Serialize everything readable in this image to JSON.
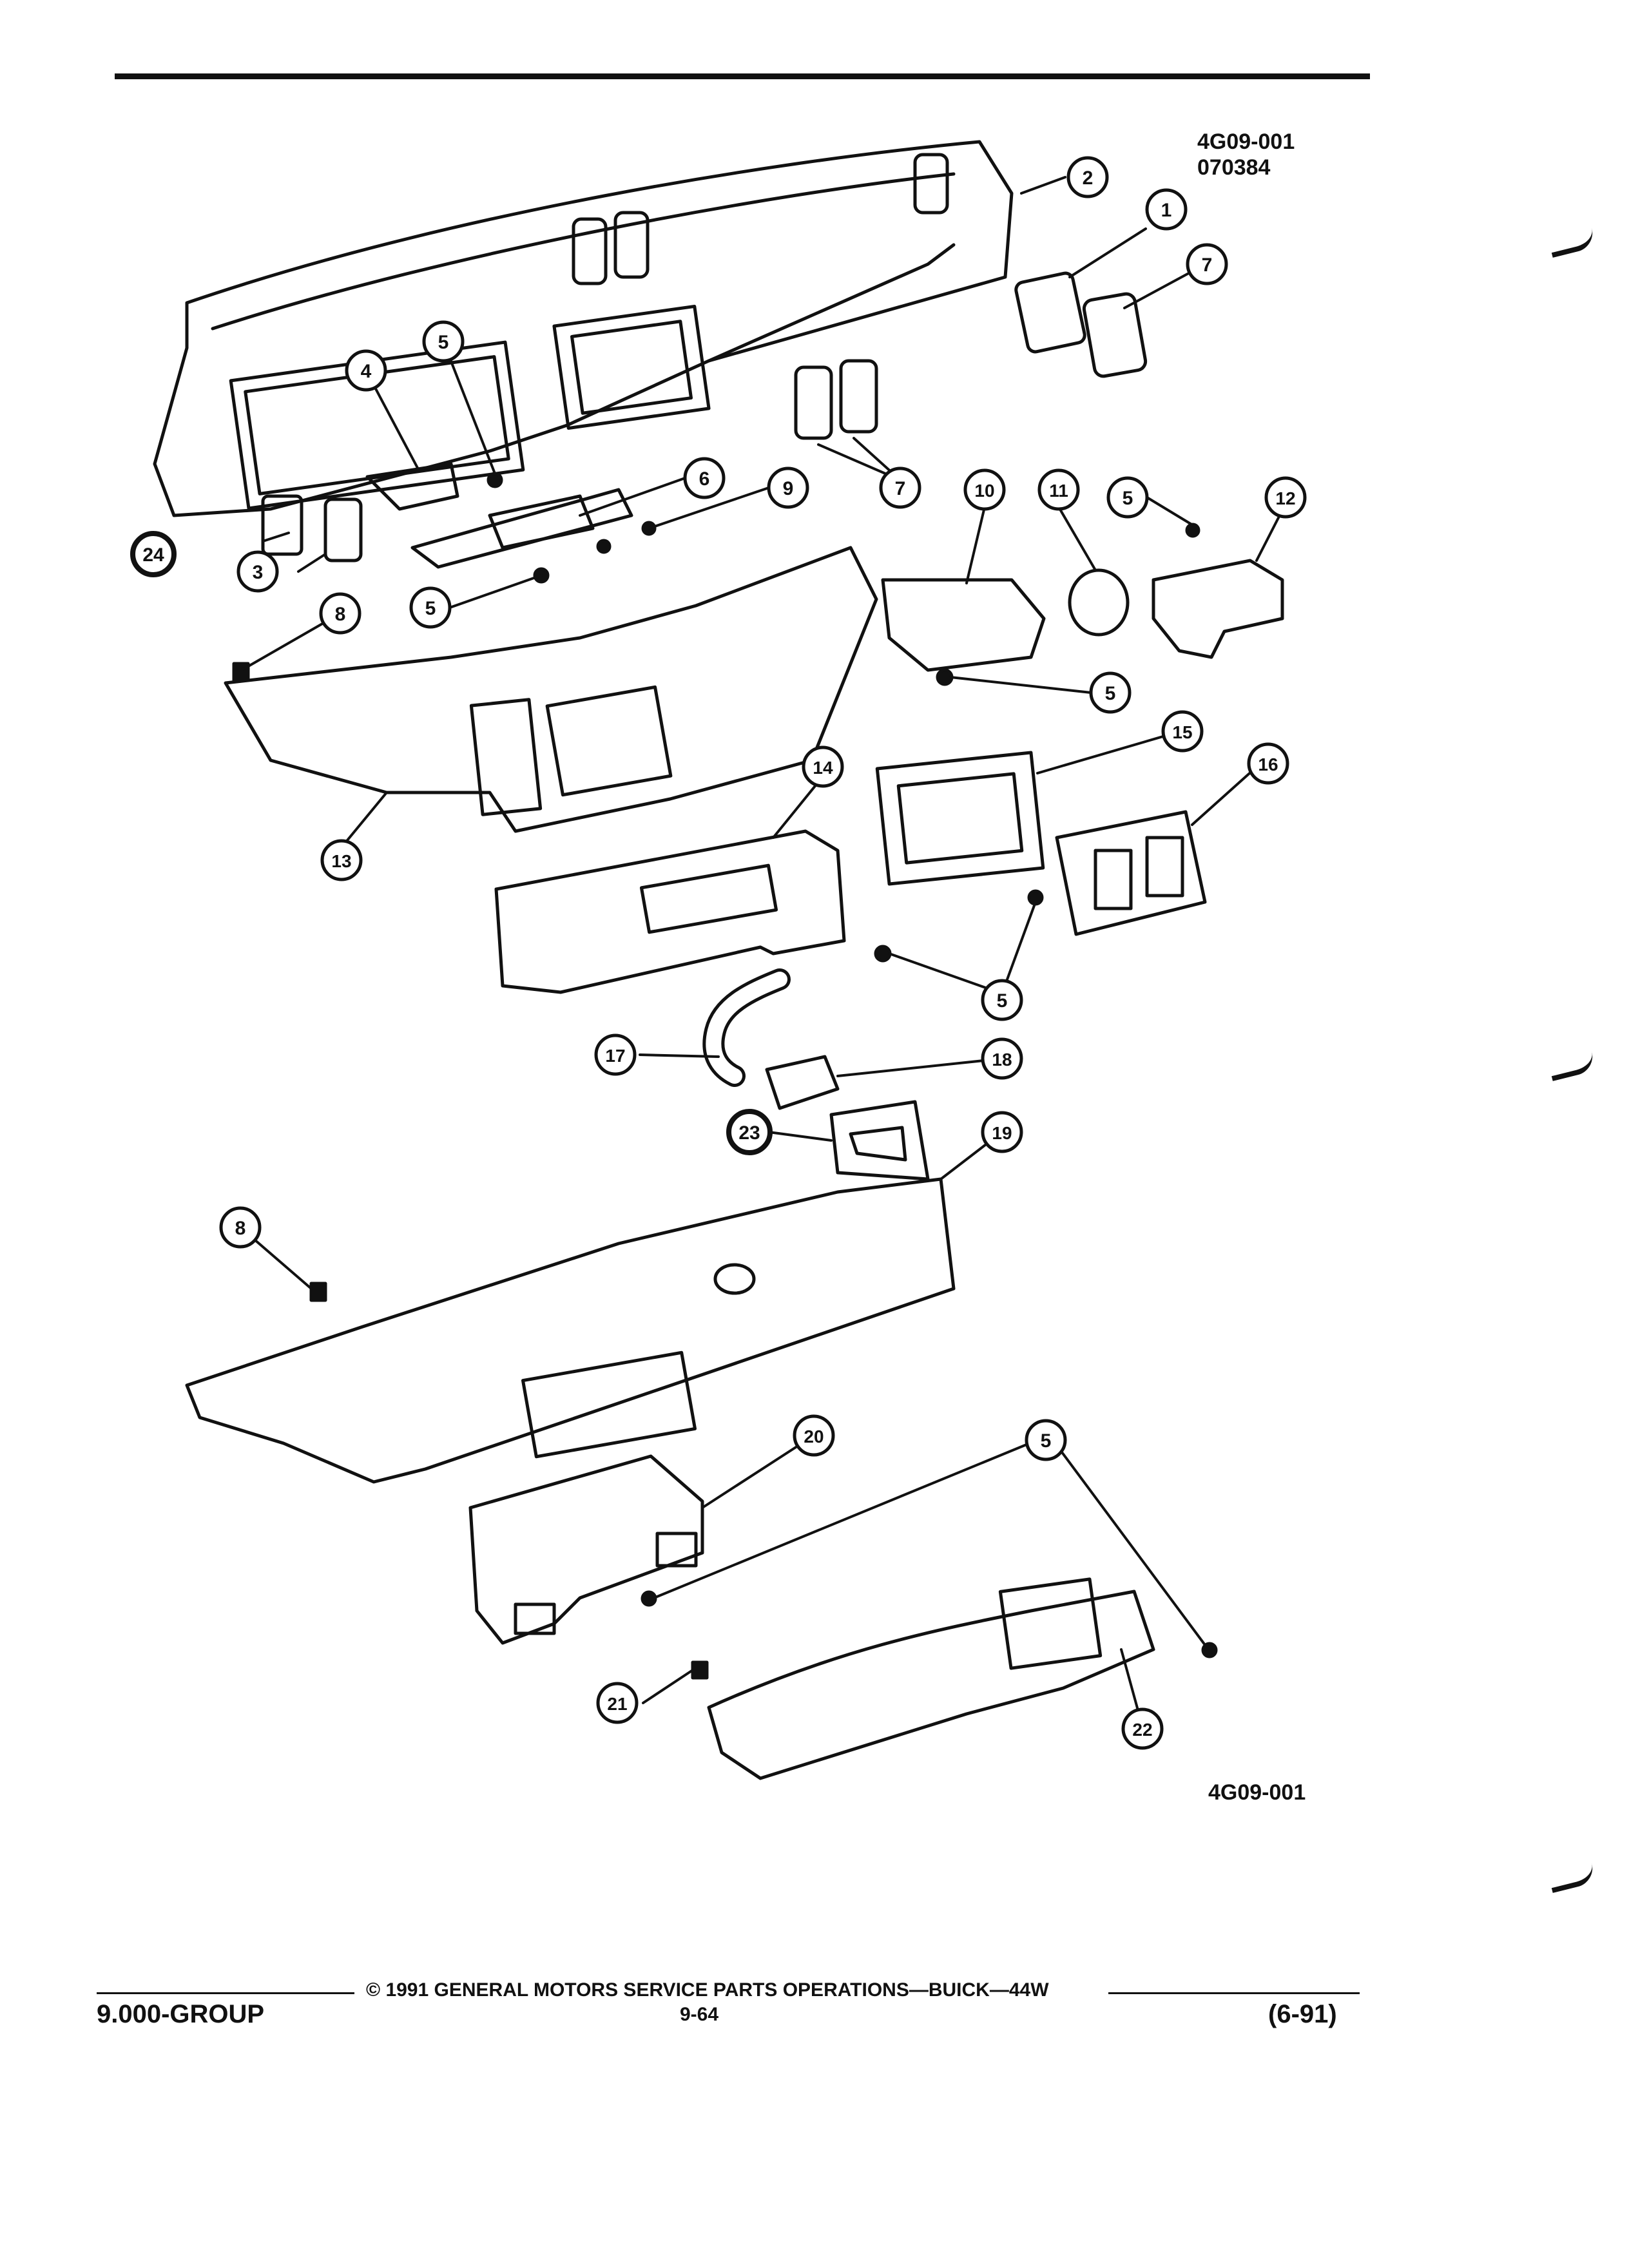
{
  "header": {
    "drawing_code": "4G09-001",
    "drawing_date_code": "070384"
  },
  "callouts": [
    "1",
    "2",
    "3",
    "4",
    "5",
    "6",
    "7",
    "8",
    "9",
    "10",
    "11",
    "12",
    "13",
    "14",
    "15",
    "16",
    "17",
    "18",
    "19",
    "20",
    "21",
    "22",
    "23",
    "24"
  ],
  "figure_code_bottom": "4G09-001",
  "footer": {
    "copyright": "© 1991 GENERAL MOTORS SERVICE PARTS OPERATIONS—BUICK—44W",
    "group": "9.000-GROUP",
    "page": "9-64",
    "revision": "(6-91)"
  },
  "colors": {
    "ink": "#111111",
    "paper": "#ffffff"
  }
}
